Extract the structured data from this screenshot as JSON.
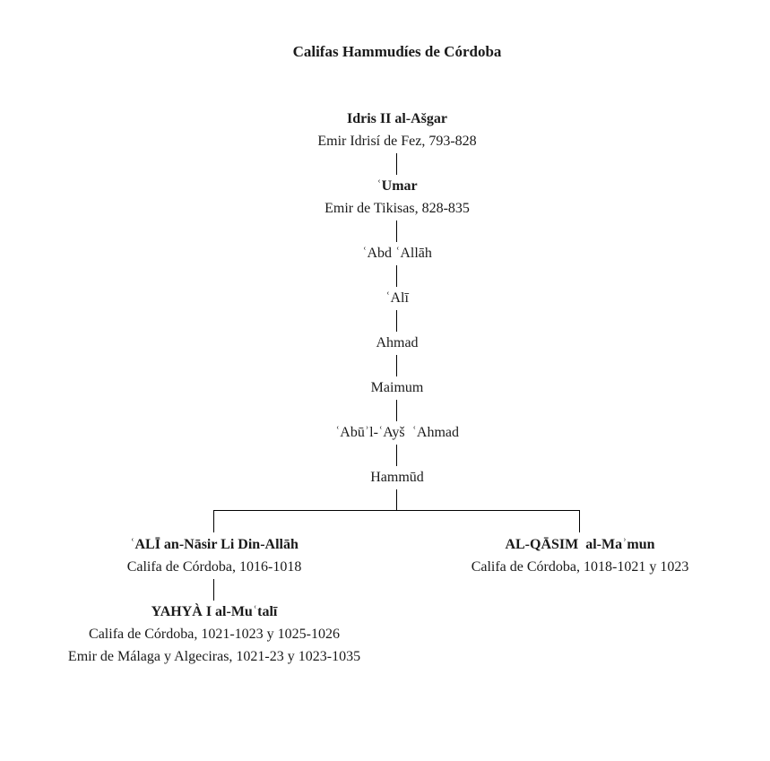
{
  "title": "Califas Hammudíes de Córdoba",
  "nodes": {
    "idris": {
      "name": "Idris II al-Ašgar",
      "desc": "Emir Idrisí de Fez, 793-828"
    },
    "umar": {
      "name": "ʿUmar",
      "desc": "Emir de Tikisas, 828-835"
    },
    "abd_allah": {
      "name": "ʿAbd ʿAllāh"
    },
    "ali1": {
      "name": "ʿAlī"
    },
    "ahmad": {
      "name": "Ahmad"
    },
    "maimum": {
      "name": "Maimum"
    },
    "abul_ays": {
      "name": "ʿAbūʾl-ʿAyš  ʿAhmad"
    },
    "hammud": {
      "name": "Hammūd"
    },
    "ali_nasir": {
      "name": "ʿALĪ an-Nāsir Li Din-Allāh",
      "desc": "Califa de Córdoba, 1016-1018"
    },
    "qasim": {
      "name": "AL-QĀSIM  al-Maʾmun",
      "desc": "Califa de Córdoba, 1018-1021 y 1023"
    },
    "yahya": {
      "name": "YAHYÀ I al-Muʿtalī",
      "desc": "Califa de Córdoba, 1021-1023 y 1025-1026",
      "desc2": "Emir de Málaga y Algeciras, 1021-23 y 1023-1035"
    }
  }
}
